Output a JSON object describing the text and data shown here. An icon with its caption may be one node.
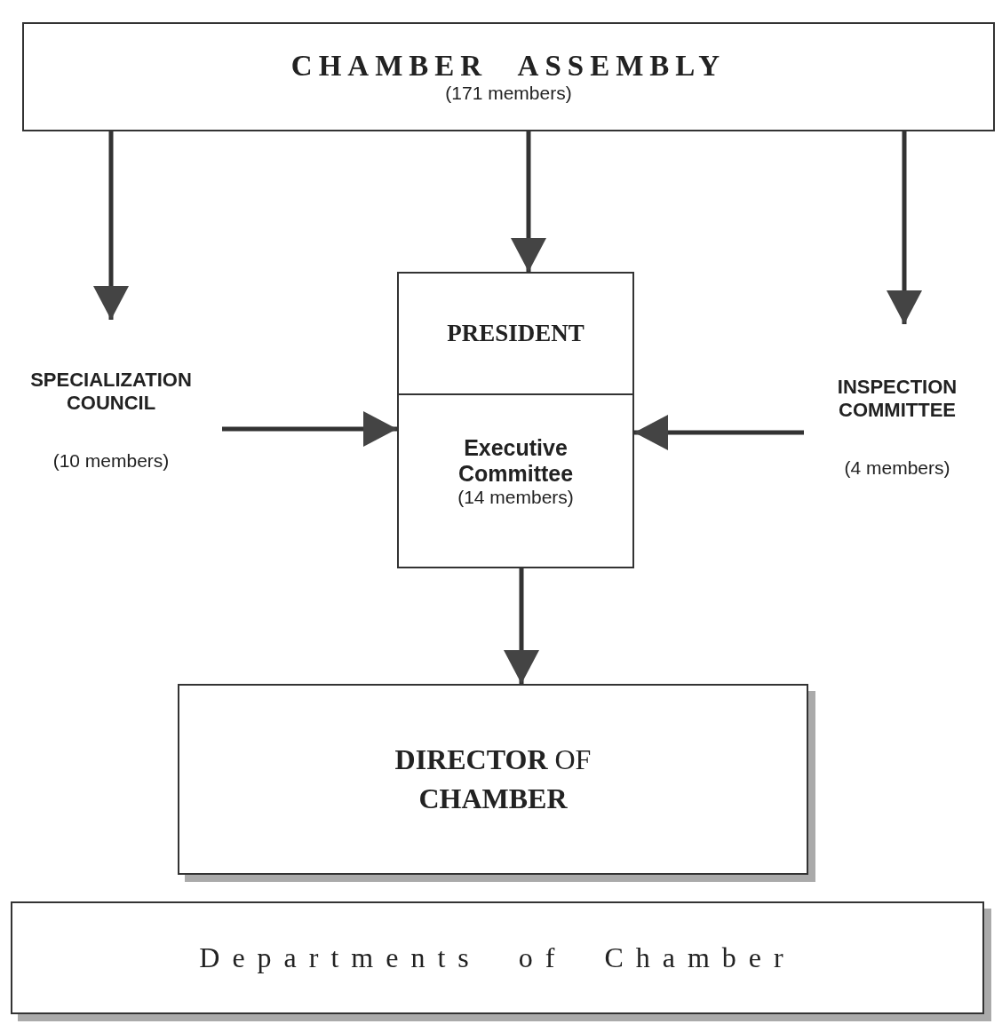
{
  "diagram": {
    "nodes": [
      {
        "text": [
          "CHAMBER ASSEMBLY",
          "(171 members)"
        ]
      },
      {
        "text": [
          "SPECIALIZATION COUNCIL",
          "(10 members)"
        ]
      },
      {
        "text": [
          "PRESIDENT"
        ]
      },
      {
        "text": [
          "Executive Committee",
          "(14 members)"
        ]
      },
      {
        "text": [
          "INSPECTION COMMITTEE",
          "(4 members)"
        ]
      },
      {
        "text": [
          "**DIRECTOR** OF **CHAMBER**"
        ]
      },
      {
        "text": [
          "Departments of Chamber"
        ]
      }
    ],
    "edges": [
      {
        "from": 0,
        "to": 1,
        "arrow": "to"
      },
      {
        "from": 0,
        "to": 2,
        "arrow": "to"
      },
      {
        "from": 0,
        "to": 4,
        "arrow": "to"
      },
      {
        "from": 1,
        "to": 3,
        "arrow": "to"
      },
      {
        "from": 4,
        "to": 3,
        "arrow": "to"
      },
      {
        "from": 3,
        "to": 5,
        "arrow": "to"
      }
    ]
  }
}
